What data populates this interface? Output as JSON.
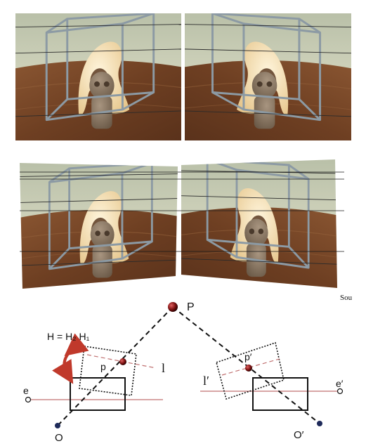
{
  "source_fragment": "Sou",
  "diagram": {
    "point_label": "P",
    "homography_label": "H = H₂ H₁",
    "left": {
      "image_point": "p",
      "epiline": "l",
      "center": "O",
      "epipole": "e"
    },
    "right": {
      "image_point": "p′",
      "epiline": "l′",
      "center": "O′",
      "epipole": "e′"
    }
  },
  "colors": {
    "table_wood": "#7a4a2a",
    "wall": "#d8dcc6",
    "cage_frame": "#8c9aa4",
    "sculpture": "#f2dcb0",
    "figurine": "#8b7a68",
    "point_red": "#8a1a1a",
    "arrow_red": "#c0392b",
    "line_red": "#c07070",
    "center_blue": "#1e2a5a"
  }
}
